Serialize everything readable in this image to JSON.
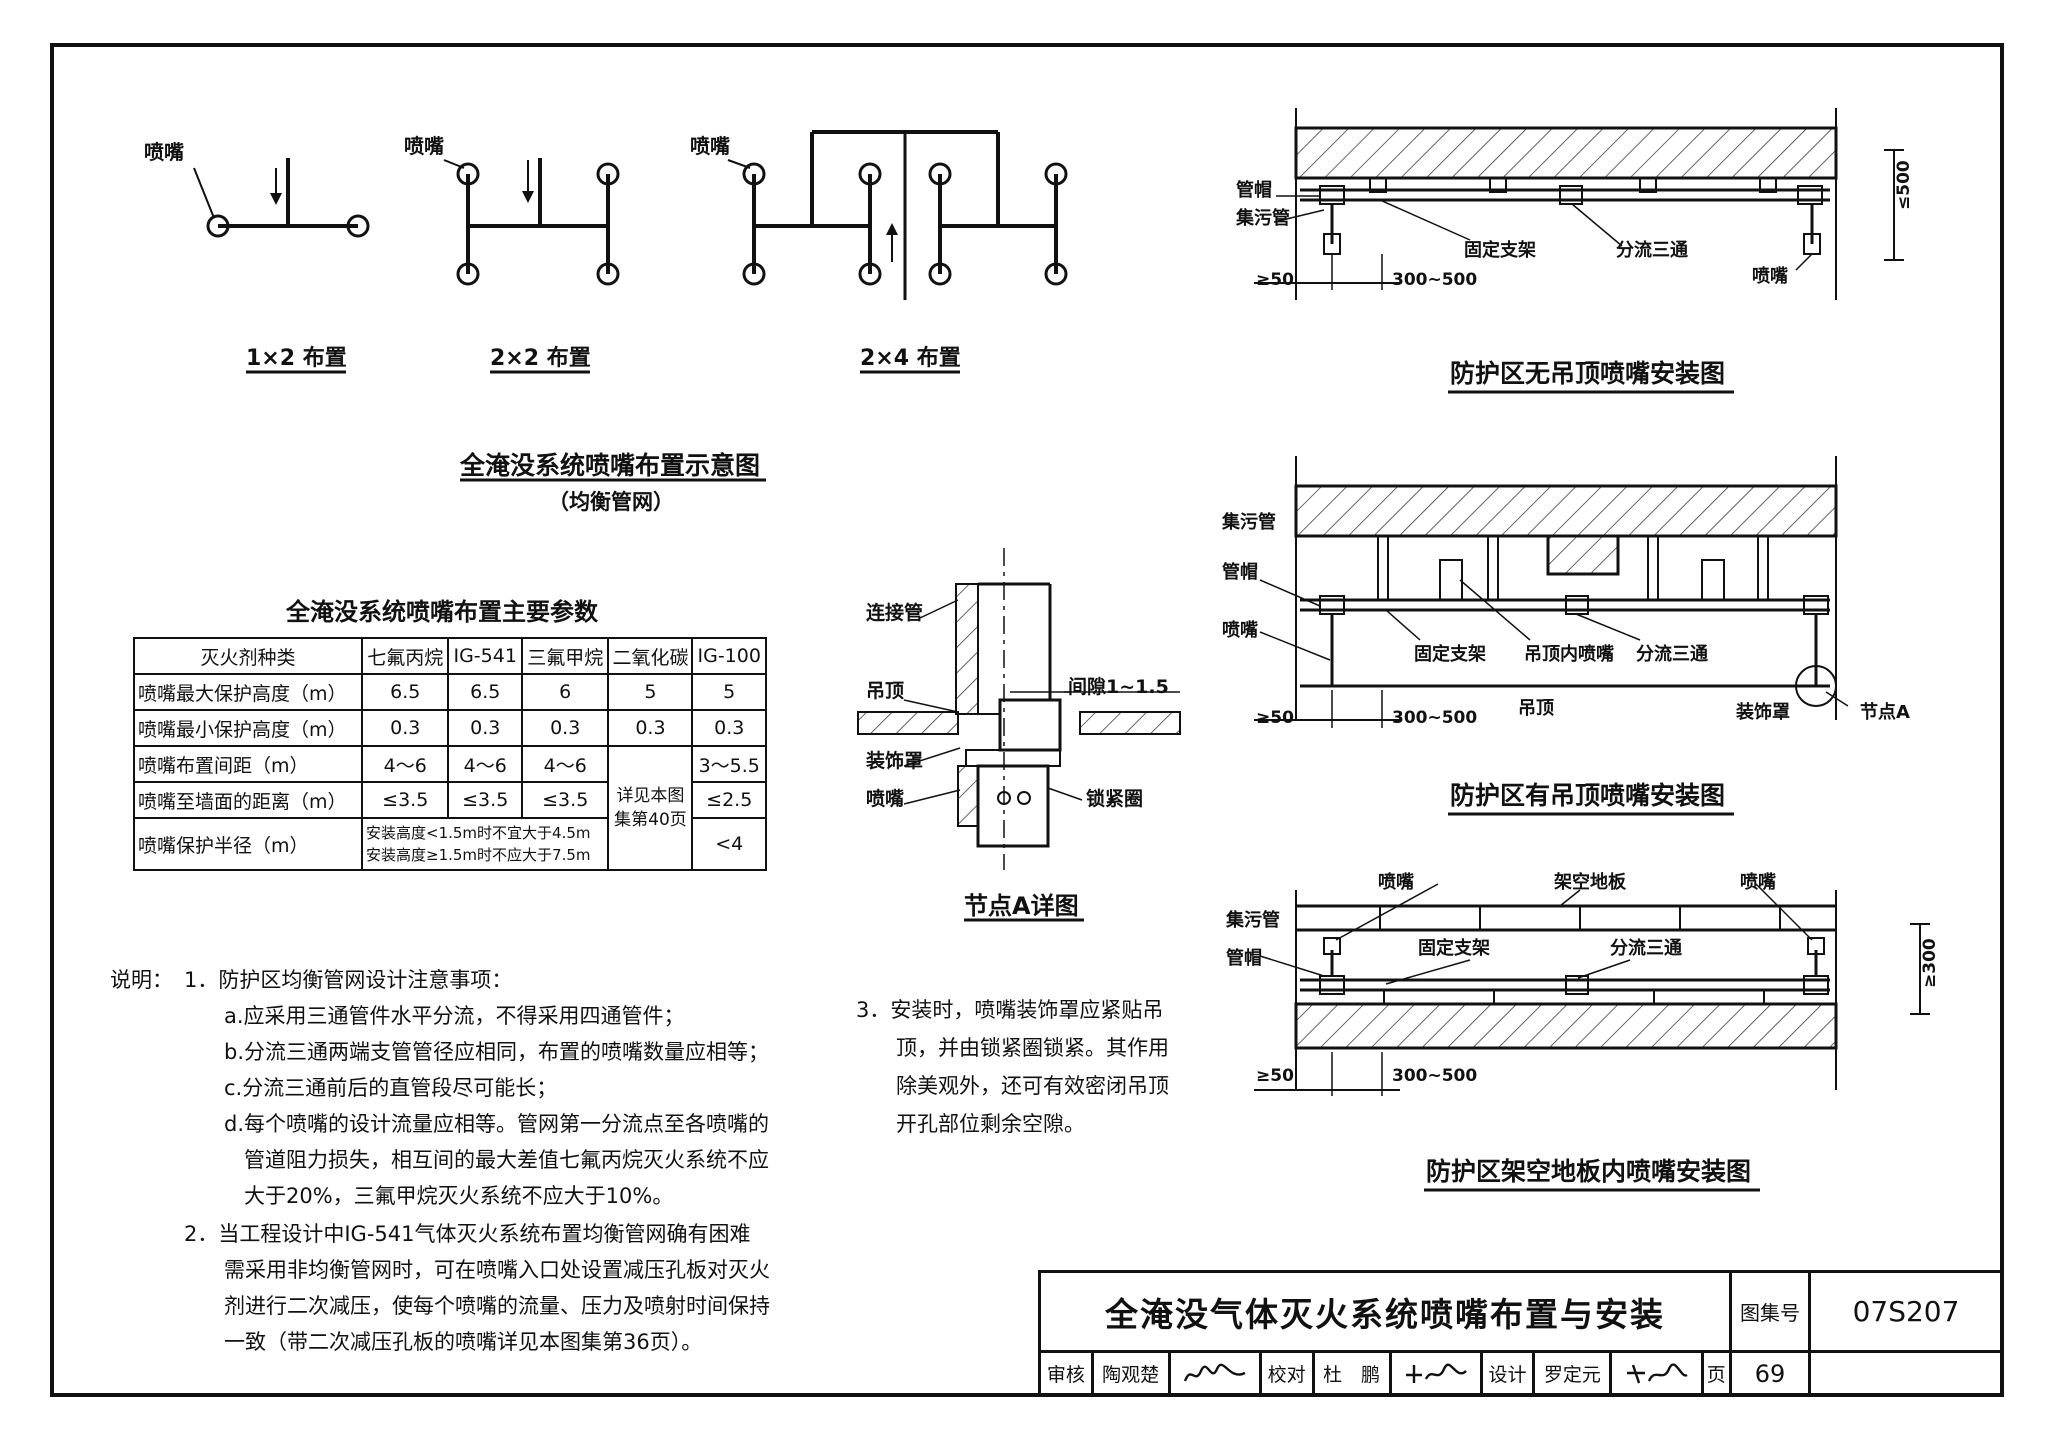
{
  "labels": {
    "nozzle": "喷嘴",
    "cap": "管帽",
    "dirt_pipe": "集污管",
    "fixed_support": "固定支架",
    "split_tee": "分流三通",
    "ceiling": "吊顶",
    "ceiling_nozzle": "吊顶内喷嘴",
    "decor_cover": "装饰罩",
    "node_a": "节点A",
    "raised_floor": "架空地板",
    "connector_pipe": "连接管",
    "lock_ring": "锁紧圈",
    "gap": "间隙1~1.5",
    "dim_gte50": "≥50",
    "dim_300_500": "300~500",
    "dim_lte500": "≤500",
    "dim_gte300": "≥300"
  },
  "layouts": {
    "layout_1x2": "1×2 布置",
    "layout_2x2": "2×2 布置",
    "layout_2x4": "2×4 布置",
    "title": "全淹没系统喷嘴布置示意图",
    "subtitle": "（均衡管网）"
  },
  "params_table": {
    "title": "全淹没系统喷嘴布置主要参数",
    "headers": [
      "灭火剂种类",
      "七氟丙烷",
      "IG-541",
      "三氟甲烷",
      "二氧化碳",
      "IG-100"
    ],
    "rows": [
      [
        "喷嘴最大保护高度（m）",
        "6.5",
        "6.5",
        "6",
        "5",
        "5"
      ],
      [
        "喷嘴最小保护高度（m）",
        "0.3",
        "0.3",
        "0.3",
        "0.3",
        "0.3"
      ],
      [
        "喷嘴布置间距（m）",
        "4～6",
        "4～6",
        "4～6",
        "",
        "3～5.5"
      ],
      [
        "喷嘴至墙面的距离（m）",
        "≤3.5",
        "≤3.5",
        "≤3.5",
        "",
        "≤2.5"
      ],
      [
        "喷嘴保护半径（m）",
        "",
        "",
        "",
        "",
        "<4"
      ]
    ],
    "co2_merged": "详见本图集第40页",
    "radius_line1": "安装高度<1.5m时不宜大于4.5m",
    "radius_line2": "安装高度≥1.5m时不应大于7.5m"
  },
  "detail_a": {
    "title": "节点A详图"
  },
  "figures": {
    "no_ceiling": "防护区无吊顶喷嘴安装图",
    "with_ceiling": "防护区有吊顶喷嘴安装图",
    "raised_floor": "防护区架空地板内喷嘴安装图"
  },
  "notes": {
    "label": "说明：",
    "item1": "1．防护区均衡管网设计注意事项：",
    "a": "a.应采用三通管件水平分流，不得采用四通管件；",
    "b": "b.分流三通两端支管管径应相同，布置的喷嘴数量应相等；",
    "c": "c.分流三通前后的直管段尽可能长；",
    "d1": "d.每个喷嘴的设计流量应相等。管网第一分流点至各喷嘴的",
    "d2": "管道阻力损失，相互间的最大差值七氟丙烷灭火系统不应",
    "d3": "大于20%，三氟甲烷灭火系统不应大于10%。",
    "item2_1": "2．当工程设计中IG-541气体灭火系统布置均衡管网确有困难",
    "item2_2": "需采用非均衡管网时，可在喷嘴入口处设置减压孔板对灭火",
    "item2_3": "剂进行二次减压，使每个喷嘴的流量、压力及喷射时间保持",
    "item2_4": "一致（带二次减压孔板的喷嘴详见本图集第36页）。",
    "item3_1": "3．安装时，喷嘴装饰罩应紧贴吊",
    "item3_2": "顶，并由锁紧圈锁紧。其作用",
    "item3_3": "除美观外，还可有效密闭吊顶",
    "item3_4": "开孔部位剩余空隙。"
  },
  "title_block": {
    "title": "全淹没气体灭火系统喷嘴布置与安装",
    "atlas_label": "图集号",
    "atlas_no": "07S207",
    "review_label": "审核",
    "reviewer": "陶观楚",
    "check_label": "校对",
    "checker": "杜　鹏",
    "design_label": "设计",
    "designer": "罗定元",
    "page_label": "页",
    "page_no": "69"
  }
}
